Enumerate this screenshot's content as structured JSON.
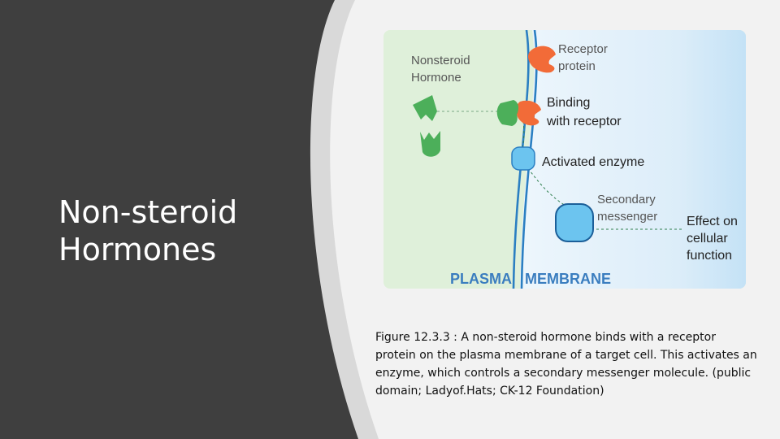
{
  "slide": {
    "title_line1": "Non-steroid",
    "title_line2": "Hormones"
  },
  "figure": {
    "labels": {
      "nonsteroid_line1": "Nonsteroid",
      "nonsteroid_line2": "Hormone",
      "receptor_line1": "Receptor",
      "receptor_line2": "protein",
      "binding_line1": "Binding",
      "binding_line2": "with receptor",
      "activated_enzyme": "Activated enzyme",
      "secondary_line1": "Secondary",
      "secondary_line2": "messenger",
      "effect_line1": "Effect on",
      "effect_line2": "cellular",
      "effect_line3": "function",
      "plasma": "PLASMA",
      "membrane": "MEMBRANE"
    }
  },
  "caption": {
    "text": "Figure  12.3.3 : A non-steroid hormone binds with a receptor protein on the plasma membrane of a target cell. This activates an enzyme, which controls a secondary messenger molecule. (public domain; Ladyof.Hats; CK-12 Foundation)"
  },
  "colors": {
    "dark_panel": "#3f3f3f",
    "accent_stripe": "#d8d8d8",
    "background": "#f2f2f2",
    "outside_cell": "#dff0da",
    "inside_cell": "#e3f1fb",
    "membrane_blue": "#2b7fc2",
    "hormone_green": "#4caf5a",
    "receptor_orange": "#f26b38",
    "enzyme_blue": "#6cc4ef",
    "label_gray": "#555555",
    "membrane_label": "#3a7dbf"
  }
}
